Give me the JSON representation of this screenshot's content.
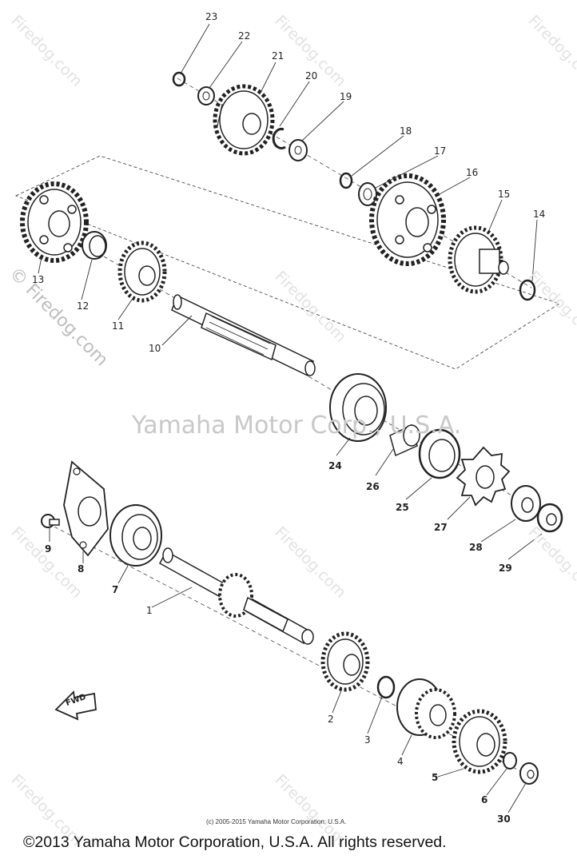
{
  "watermark": {
    "repeat_text": "Firedog.com",
    "center_text": "Yamaha Motor Corp., U.S.A.",
    "side_text": "© Firedog.com"
  },
  "fwd_label": "FWD",
  "small_copyright": "(c) 2005-2015 Yamaha Motor Corporation, U.S.A.",
  "footer_copyright": "©2013 Yamaha Motor Corporation, U.S.A. All rights reserved.",
  "part_numbers": [
    "23",
    "22",
    "21",
    "20",
    "19",
    "18",
    "17",
    "16",
    "15",
    "14",
    "13",
    "12",
    "11",
    "10",
    "24",
    "26",
    "25",
    "27",
    "28",
    "29",
    "9",
    "8",
    "7",
    "1",
    "2",
    "3",
    "4",
    "5",
    "6",
    "30"
  ]
}
